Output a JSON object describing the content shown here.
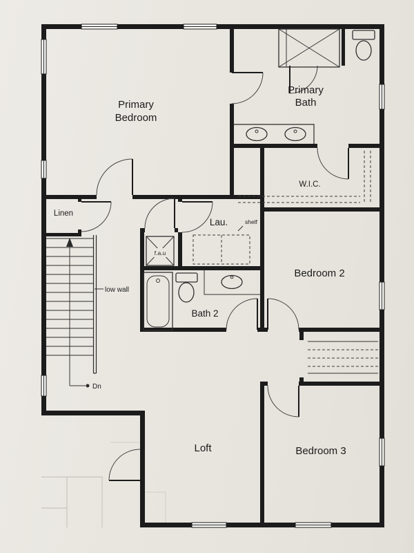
{
  "page": {
    "background": "#e9e6e0",
    "wall_color": "#1c1c1c"
  },
  "floorplan": {
    "rooms": {
      "primary_bedroom": {
        "line1": "Primary",
        "line2": "Bedroom"
      },
      "primary_bath": {
        "line1": "Primary",
        "line2": "Bath"
      },
      "wic": {
        "label": "W.I.C."
      },
      "linen": {
        "label": "Linen"
      },
      "laundry": {
        "label": "Lau."
      },
      "bath2": {
        "label": "Bath 2"
      },
      "bedroom2": {
        "label": "Bedroom 2"
      },
      "loft": {
        "label": "Loft"
      },
      "bedroom3": {
        "label": "Bedroom 3"
      }
    },
    "annotations": {
      "shelf": "shelf",
      "fau": "f.a.u",
      "low_wall": "low wall",
      "down": "Dn"
    }
  }
}
